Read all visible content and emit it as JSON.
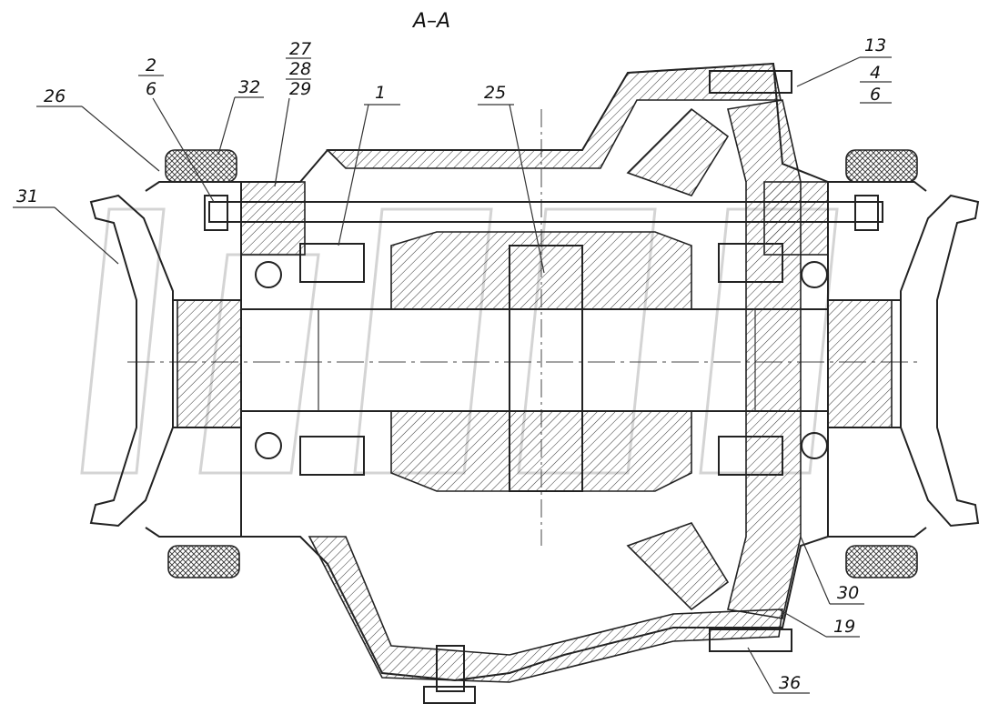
{
  "title": "A–A",
  "callouts": [
    {
      "id": "c2",
      "text": "2"
    },
    {
      "id": "c6a",
      "text": "6"
    },
    {
      "id": "c32",
      "text": "32"
    },
    {
      "id": "c26",
      "text": "26"
    },
    {
      "id": "c27",
      "text": "27"
    },
    {
      "id": "c28",
      "text": "28"
    },
    {
      "id": "c29",
      "text": "29"
    },
    {
      "id": "c1",
      "text": "1"
    },
    {
      "id": "c25",
      "text": "25"
    },
    {
      "id": "c13",
      "text": "13"
    },
    {
      "id": "c4",
      "text": "4"
    },
    {
      "id": "c6b",
      "text": "6"
    },
    {
      "id": "c31",
      "text": "31"
    },
    {
      "id": "c30",
      "text": "30"
    },
    {
      "id": "c19",
      "text": "19"
    },
    {
      "id": "c36",
      "text": "36"
    }
  ]
}
